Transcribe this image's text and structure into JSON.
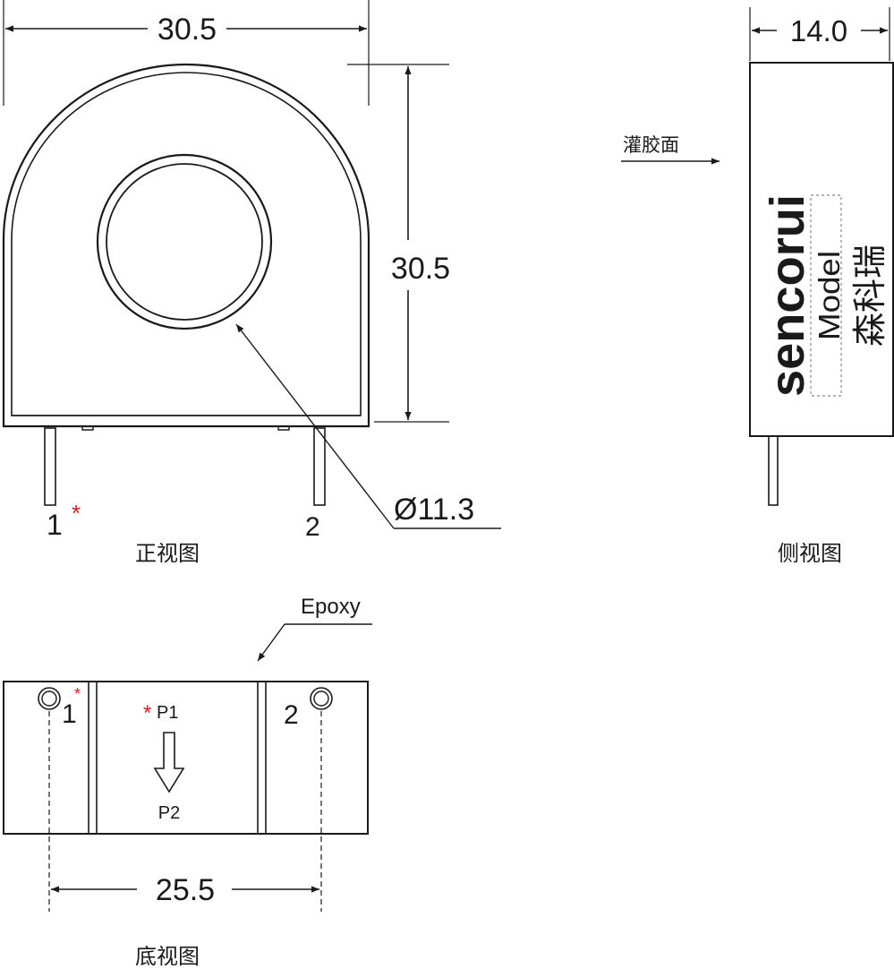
{
  "front_view": {
    "caption": "正视图",
    "width_dim": "30.5",
    "height_dim": "30.5",
    "hole_dim": "Ø11.3",
    "pin1_label": "1",
    "pin2_label": "2",
    "mark": "*"
  },
  "side_view": {
    "caption": "侧视图",
    "width_dim": "14.0",
    "potting_label": "灌胶面",
    "brand": "sencorui",
    "model": "Model",
    "brand_cn": "森科瑞"
  },
  "bottom_view": {
    "caption": "底视图",
    "epoxy_label": "Epoxy",
    "pin_pitch_dim": "25.5",
    "pin1_label": "1",
    "pin2_label": "2",
    "mark": "*",
    "p1_label": "P1",
    "p2_label": "P2"
  },
  "colors": {
    "line": "#1a1a1a",
    "mark_red": "#d42020",
    "outline_dashed": "#9a9a9a"
  }
}
